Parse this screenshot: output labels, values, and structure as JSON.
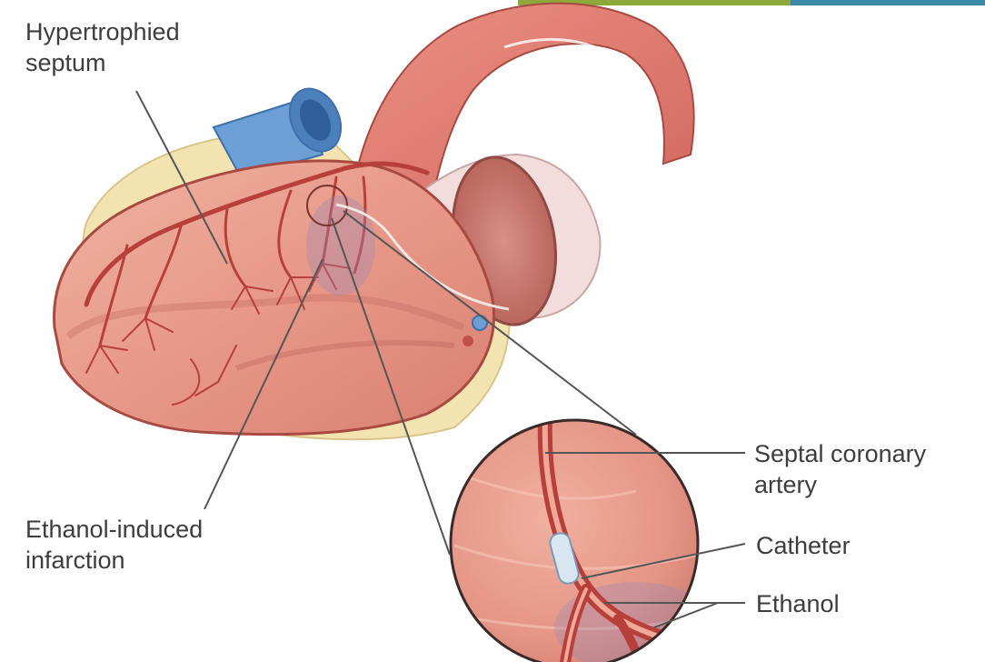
{
  "labels": {
    "hypertrophied_septum": [
      "Hypertrophied",
      "septum"
    ],
    "ethanol_induced_infarction": [
      "Ethanol-induced",
      "infarction"
    ],
    "septal_coronary_artery": [
      "Septal coronary",
      "artery"
    ],
    "catheter": "Catheter",
    "ethanol": "Ethanol"
  },
  "colors": {
    "background": "#ffffff",
    "myocardium": "#e9a090",
    "artery": "#b8403a",
    "aorta": "#e07a6e",
    "vena_cava": "#6b9fd6",
    "fat": "#f3e3b0",
    "leader_line": "#555555",
    "label_text": "#3d3d3d",
    "top_bar_olive": "#8ea83a",
    "top_bar_teal": "#3b8aa8"
  }
}
